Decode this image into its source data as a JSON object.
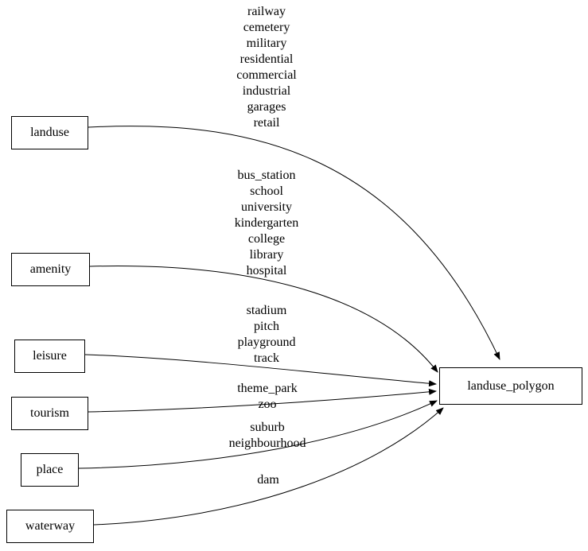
{
  "diagram": {
    "type": "graph",
    "nodes": {
      "landuse": {
        "label": "landuse"
      },
      "amenity": {
        "label": "amenity"
      },
      "leisure": {
        "label": "leisure"
      },
      "tourism": {
        "label": "tourism"
      },
      "place": {
        "label": "place"
      },
      "waterway": {
        "label": "waterway"
      },
      "target": {
        "label": "landuse_polygon"
      }
    },
    "edges": {
      "landuse_to_target": {
        "label": "railway\ncemetery\nmilitary\nresidential\ncommercial\nindustrial\ngarages\nretail"
      },
      "amenity_to_target": {
        "label": "bus_station\nschool\nuniversity\nkindergarten\ncollege\nlibrary\nhospital"
      },
      "leisure_to_target": {
        "label": "stadium\npitch\nplayground\ntrack"
      },
      "tourism_to_target": {
        "label": "theme_park\nzoo"
      },
      "place_to_target": {
        "label": "suburb\nneighbourhood"
      },
      "waterway_to_target": {
        "label": "dam"
      }
    },
    "colors": {
      "stroke": "#000000",
      "background": "#ffffff"
    }
  }
}
